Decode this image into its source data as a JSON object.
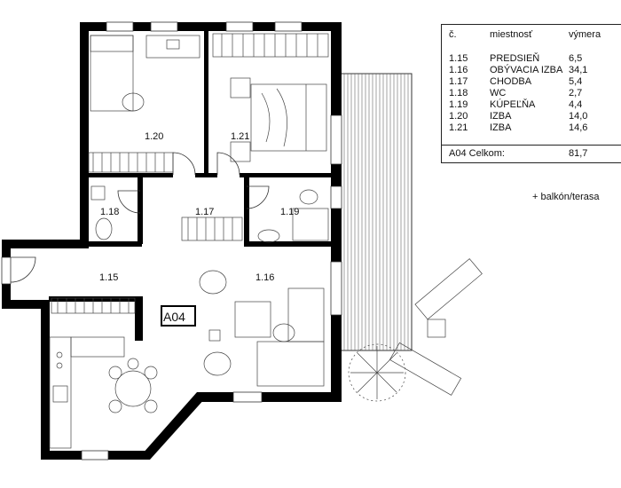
{
  "unit_label": "A04",
  "rooms": [
    {
      "no": "1.15",
      "name": "PREDSIEŇ",
      "area": "6,5"
    },
    {
      "no": "1.16",
      "name": "OBÝVACIA IZBA",
      "area": "34,1"
    },
    {
      "no": "1.17",
      "name": "CHODBA",
      "area": "5,4"
    },
    {
      "no": "1.18",
      "name": "WC",
      "area": "2,7"
    },
    {
      "no": "1.19",
      "name": "KÚPEĽŇA",
      "area": "4,4"
    },
    {
      "no": "1.20",
      "name": "IZBA",
      "area": "14,0"
    },
    {
      "no": "1.21",
      "name": "IZBA",
      "area": "14,6"
    }
  ],
  "legend": {
    "col_no": "č.",
    "col_name": "miestnosť",
    "col_area": "výmera",
    "total_label": "A04 Celkom:",
    "total_value": "81,7",
    "note": "+ balkón/terasa"
  }
}
